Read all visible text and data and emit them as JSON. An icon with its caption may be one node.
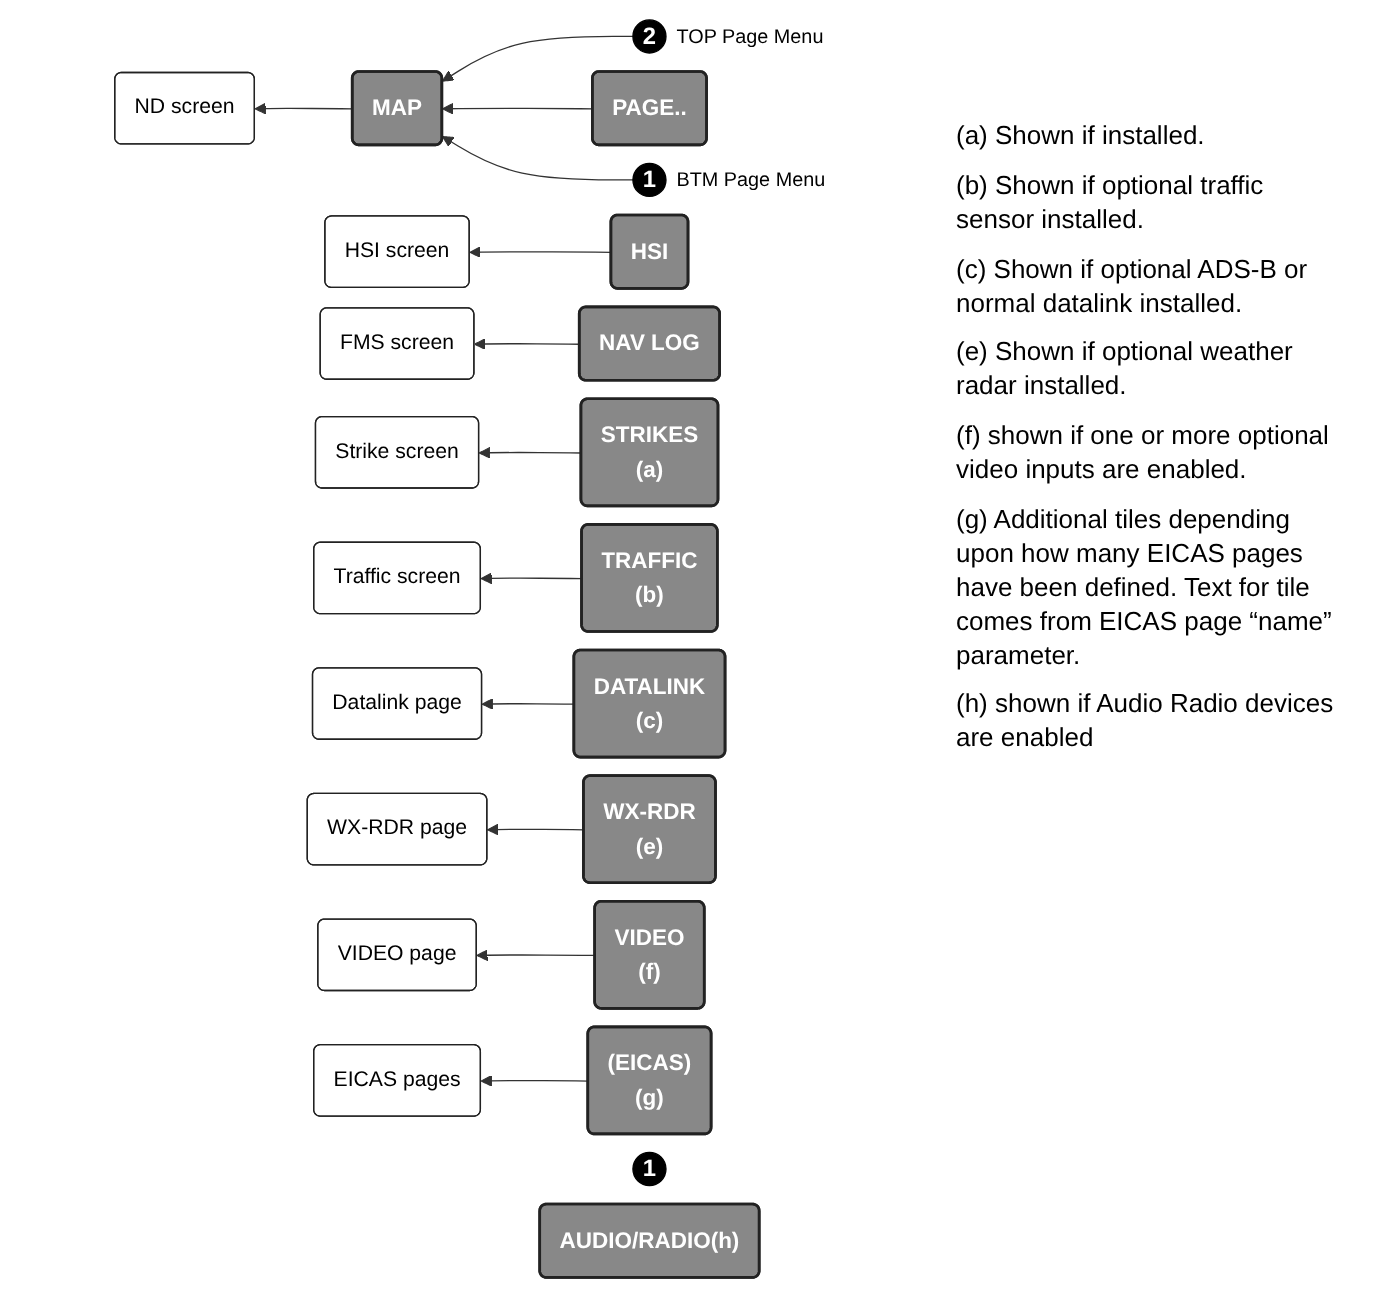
{
  "diagram": {
    "nodes": [
      {
        "text": [
          "2"
        ],
        "beside": [
          "TOP Page Menu"
        ]
      },
      {
        "text": [
          "PAGE.."
        ]
      },
      {
        "text": [
          "1"
        ],
        "beside": [
          "BTM Page Menu"
        ]
      },
      {
        "text": [
          "ND screen"
        ]
      },
      {
        "text": [
          "MAP"
        ]
      },
      {
        "text": [
          "HSI screen"
        ]
      },
      {
        "text": [
          "HSI"
        ]
      },
      {
        "text": [
          "FMS screen"
        ]
      },
      {
        "text": [
          "NAV LOG"
        ]
      },
      {
        "text": [
          "Strike screen"
        ]
      },
      {
        "text": [
          "STRIKES",
          "(a)"
        ]
      },
      {
        "text": [
          "Traffic screen"
        ]
      },
      {
        "text": [
          "TRAFFIC",
          "(b)"
        ]
      },
      {
        "text": [
          "Datalink page"
        ]
      },
      {
        "text": [
          "DATALINK",
          "(c)"
        ]
      },
      {
        "text": [
          "WX-RDR",
          "(e)"
        ]
      },
      {
        "text": [
          "WX-RDR page"
        ]
      },
      {
        "text": [
          "VIDEO",
          "(f)"
        ]
      },
      {
        "text": [
          "VIDEO page"
        ]
      },
      {
        "text": [
          "(EICAS)",
          "(g)"
        ]
      },
      {
        "text": [
          "1"
        ]
      },
      {
        "text": [
          "EICAS pages"
        ]
      },
      {
        "text": [
          "AUDIO/RADIO(h)"
        ]
      }
    ],
    "edges": [
      {
        "from": 0,
        "to": 4,
        "arrow": "to"
      },
      {
        "from": 1,
        "to": 4,
        "arrow": "to"
      },
      {
        "from": 2,
        "to": 4,
        "arrow": "to"
      },
      {
        "from": 4,
        "to": 3,
        "arrow": "to"
      },
      {
        "from": 6,
        "to": 5,
        "arrow": "to"
      },
      {
        "from": 8,
        "to": 7,
        "arrow": "to"
      },
      {
        "from": 10,
        "to": 9,
        "arrow": "to"
      },
      {
        "from": 12,
        "to": 11,
        "arrow": "to"
      },
      {
        "from": 14,
        "to": 13,
        "arrow": "to"
      },
      {
        "from": 15,
        "to": 16,
        "arrow": "to"
      },
      {
        "from": 17,
        "to": 18,
        "arrow": "to"
      },
      {
        "from": 19,
        "to": 21,
        "arrow": "to"
      }
    ],
    "labels": [
      "(a) Shown if installed.",
      "(b) Shown if optional traffic sensor installed.",
      "(c) Shown if optional ADS-B or normal datalink installed.",
      "(e) Shown if optional weather radar installed.",
      "(f) shown if one or more optional video inputs are enabled.",
      "(g) Additional tiles depending upon how many EICAS pages have been defined. Text for tile comes from EICAS page “name” parameter.",
      "(h) shown if Audio Radio devices are enabled"
    ]
  }
}
